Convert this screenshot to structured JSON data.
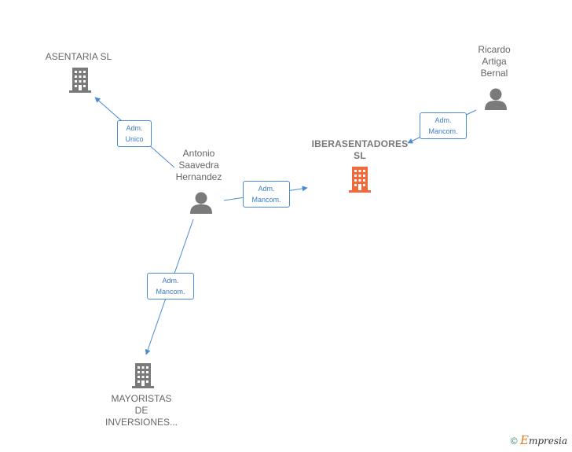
{
  "nodes": {
    "asentaria": {
      "label": "ASENTARIA SL"
    },
    "ricardo": {
      "lines": [
        "Ricardo",
        "Artiga",
        "Bernal"
      ]
    },
    "iberasentadores": {
      "lines": [
        "IBERASENTADORES",
        "SL"
      ]
    },
    "antonio": {
      "lines": [
        "Antonio",
        "Saavedra",
        "Hernandez"
      ]
    },
    "mayoristas": {
      "lines": [
        "MAYORISTAS",
        "DE",
        "INVERSIONES..."
      ]
    }
  },
  "edges": {
    "antonio_asentaria": [
      "Adm.",
      "Unico"
    ],
    "ricardo_iberasentadores": [
      "Adm.",
      "Mancom."
    ],
    "antonio_iberasentadores": [
      "Adm.",
      "Mancom."
    ],
    "antonio_mayoristas": [
      "Adm.",
      "Mancom."
    ]
  },
  "colors": {
    "edge": "#4a8ad3",
    "company": "#7a7a7a",
    "company_main": "#f26a3c",
    "person": "#7a7a7a"
  },
  "footer": {
    "copyright": "©",
    "brand_initial": "E",
    "brand_rest": "mpresia"
  }
}
